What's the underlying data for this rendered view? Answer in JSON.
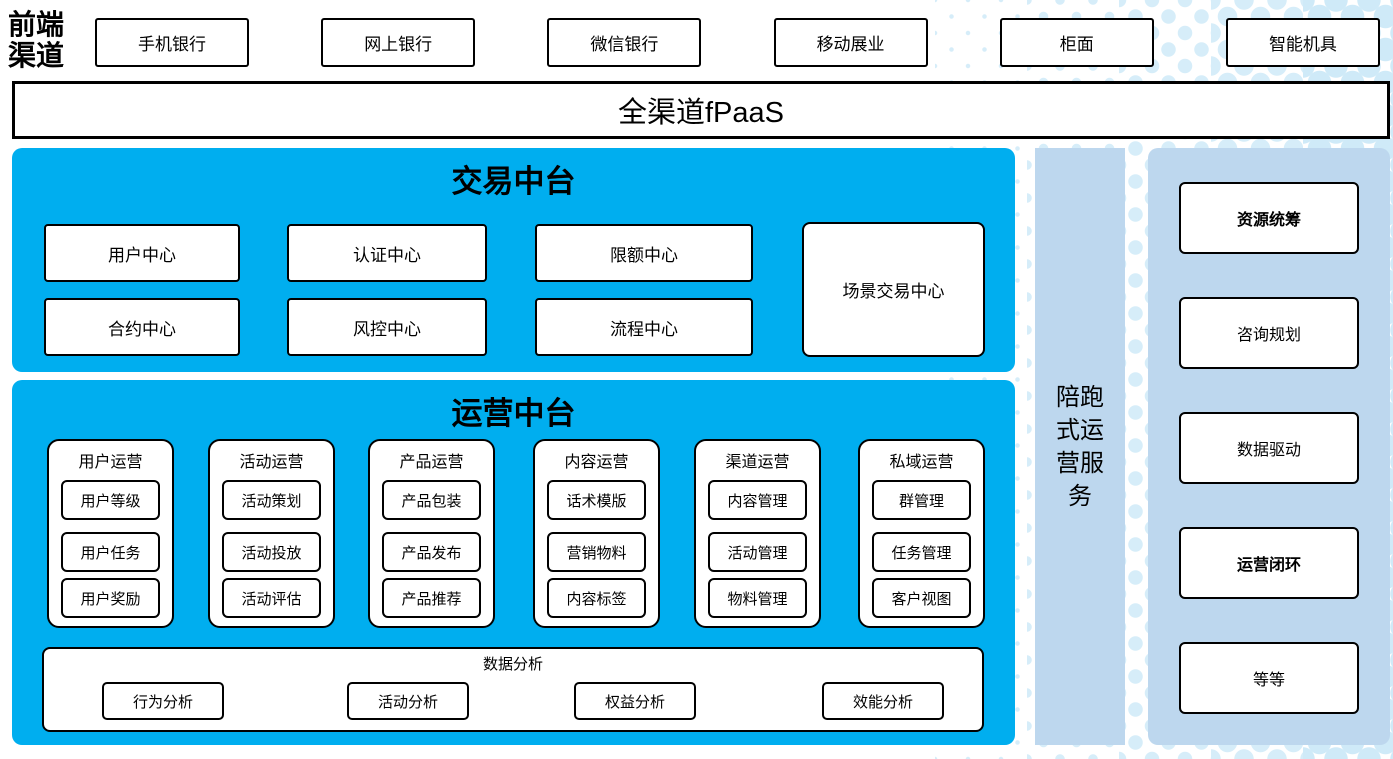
{
  "colors": {
    "platform_blue": "#00AEEF",
    "panel_light_blue": "#BDD7EE",
    "dot_light_blue": "#D6EDF9",
    "box_border": "#000000",
    "box_fill": "#FFFFFF"
  },
  "frontend": {
    "label": "前端渠道"
  },
  "channels": [
    "手机银行",
    "网上银行",
    "微信银行",
    "移动展业",
    "柜面",
    "智能机具"
  ],
  "fpaas": {
    "label": "全渠道fPaaS"
  },
  "trading": {
    "title": "交易中台",
    "row1": [
      "用户中心",
      "认证中心",
      "限额中心"
    ],
    "row2": [
      "合约中心",
      "风控中心",
      "流程中心"
    ],
    "scene_center": "场景交易中心"
  },
  "operations": {
    "title": "运营中台",
    "columns": [
      {
        "title": "用户运营",
        "items": [
          "用户等级",
          "用户任务",
          "用户奖励"
        ]
      },
      {
        "title": "活动运营",
        "items": [
          "活动策划",
          "活动投放",
          "活动评估"
        ]
      },
      {
        "title": "产品运营",
        "items": [
          "产品包装",
          "产品发布",
          "产品推荐"
        ]
      },
      {
        "title": "内容运营",
        "items": [
          "话术模版",
          "营销物料",
          "内容标签"
        ]
      },
      {
        "title": "渠道运营",
        "items": [
          "内容管理",
          "活动管理",
          "物料管理"
        ]
      },
      {
        "title": "私域运营",
        "items": [
          "群管理",
          "任务管理",
          "客户视图"
        ]
      }
    ],
    "analysis": {
      "title": "数据分析",
      "items": [
        "行为分析",
        "活动分析",
        "权益分析",
        "效能分析"
      ]
    }
  },
  "side_service": {
    "label": "陪跑式运营服务"
  },
  "services": [
    "资源统筹",
    "咨询规划",
    "数据驱动",
    "运营闭环",
    "等等"
  ]
}
